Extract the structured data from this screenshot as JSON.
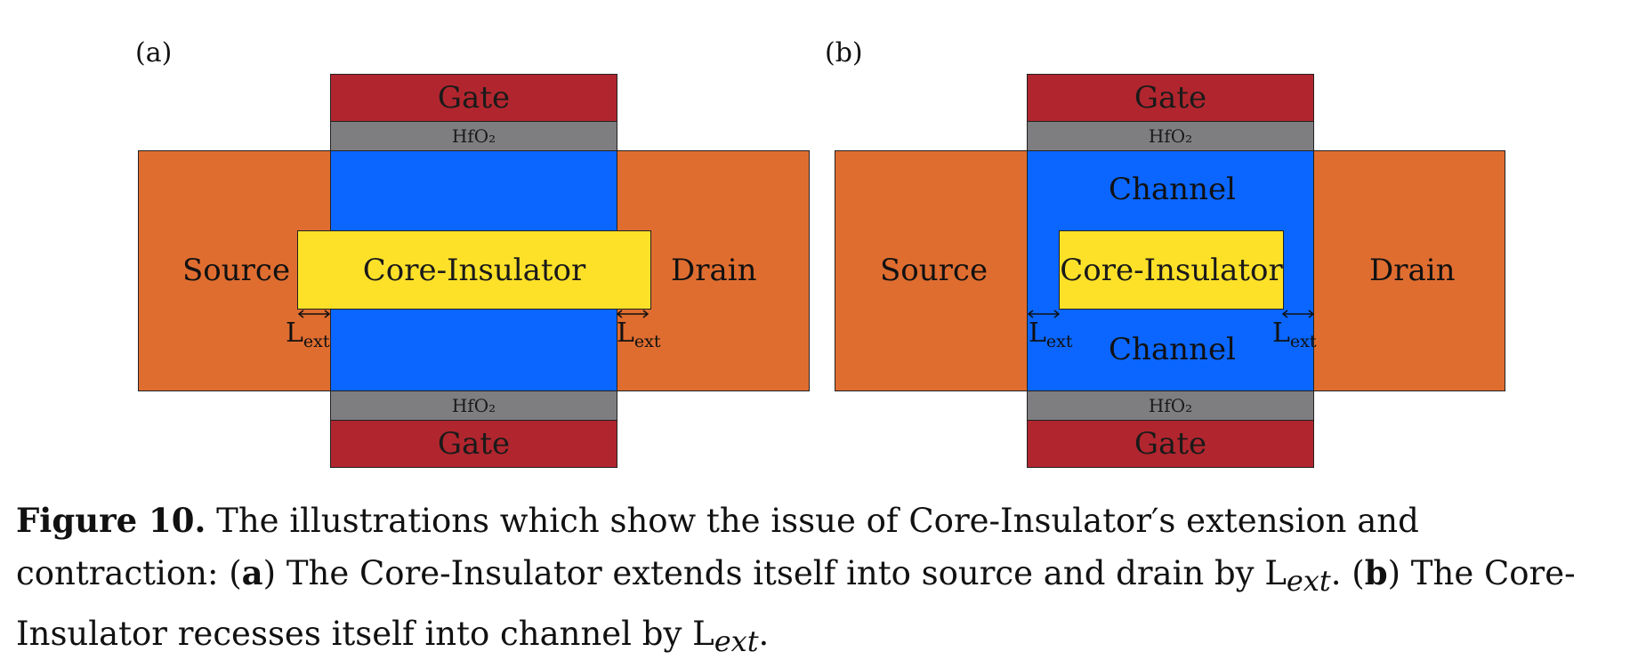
{
  "panel_a": {
    "label": "(a)",
    "gate_top": "Gate",
    "oxide_top": "HfO₂",
    "source": "Source",
    "drain": "Drain",
    "core": "Core-Insulator",
    "lext_left": "L",
    "lext_left_sub": "ext",
    "lext_right": "L",
    "lext_right_sub": "ext",
    "oxide_bottom": "HfO₂",
    "gate_bottom": "Gate"
  },
  "panel_b": {
    "label": "(b)",
    "gate_top": "Gate",
    "oxide_top": "HfO₂",
    "source": "Source",
    "drain": "Drain",
    "channel_top": "Channel",
    "channel_bottom": "Channel",
    "core": "Core-Insulator",
    "lext_left": "L",
    "lext_left_sub": "ext",
    "lext_right": "L",
    "lext_right_sub": "ext",
    "oxide_bottom": "HfO₂",
    "gate_bottom": "Gate"
  },
  "colors": {
    "gate": "#b1262e",
    "oxide": "#7e7d80",
    "source_drain": "#df6d30",
    "channel": "#0a66ff",
    "core_insulator": "#fde128"
  },
  "caption": {
    "label": "Figure 10.",
    "text1": " The illustrations which show the issue of Core-Insulator′s extension and contraction: (",
    "a": "a",
    "text2": ") The Core-Insulator extends itself into source and drain by L",
    "ext1": "ext",
    "text3": ". (",
    "b": "b",
    "text4": ") The Core-Insulator recesses itself into channel by L",
    "ext2": "ext",
    "text5": "."
  }
}
